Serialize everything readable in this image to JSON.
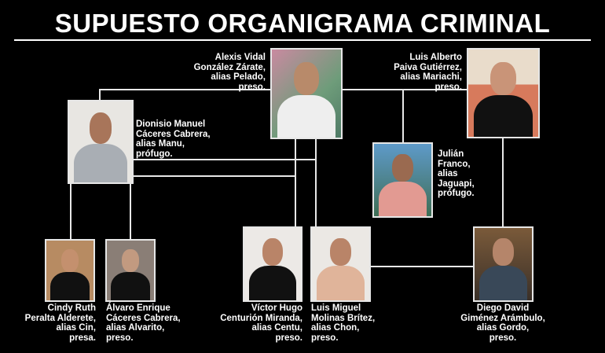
{
  "title": "SUPUESTO ORGANIGRAMA CRIMINAL",
  "people": {
    "alexis": {
      "lines": [
        "Alexis Vidal",
        "González Zárate,",
        "alias Pelado,",
        "preso."
      ]
    },
    "luis_alberto": {
      "lines": [
        "Luis Alberto",
        "Paiva Gutiérrez,",
        "alias Mariachi,",
        "preso."
      ]
    },
    "dionisio": {
      "lines": [
        "Dionisio Manuel",
        "Cáceres Cabrera,",
        "alias Manu,",
        "prófugo."
      ]
    },
    "julian": {
      "lines": [
        "Julián",
        "Franco,",
        "alias",
        "Jaguapi,",
        "prófugo."
      ]
    },
    "cindy": {
      "lines": [
        "Cindy Ruth",
        "Peralta Alderete,",
        "alias Cin,",
        "presa."
      ]
    },
    "alvaro": {
      "lines": [
        "Álvaro Enrique",
        "Cáceres Cabrera,",
        "alias Alvarito,",
        "preso."
      ]
    },
    "victor": {
      "lines": [
        "Víctor Hugo",
        "Centurión Miranda,",
        "alias Centu,",
        "preso."
      ]
    },
    "luis_miguel": {
      "lines": [
        "Luis Miguel",
        "Molinas Brítez,",
        "alias Chon,",
        "preso."
      ]
    },
    "diego": {
      "lines": [
        "Diego David",
        "Giménez Arámbulo,",
        "alias Gordo,",
        "preso."
      ]
    }
  },
  "colors": {
    "background": "#000000",
    "line": "#e8e8e8",
    "text": "#ffffff"
  }
}
